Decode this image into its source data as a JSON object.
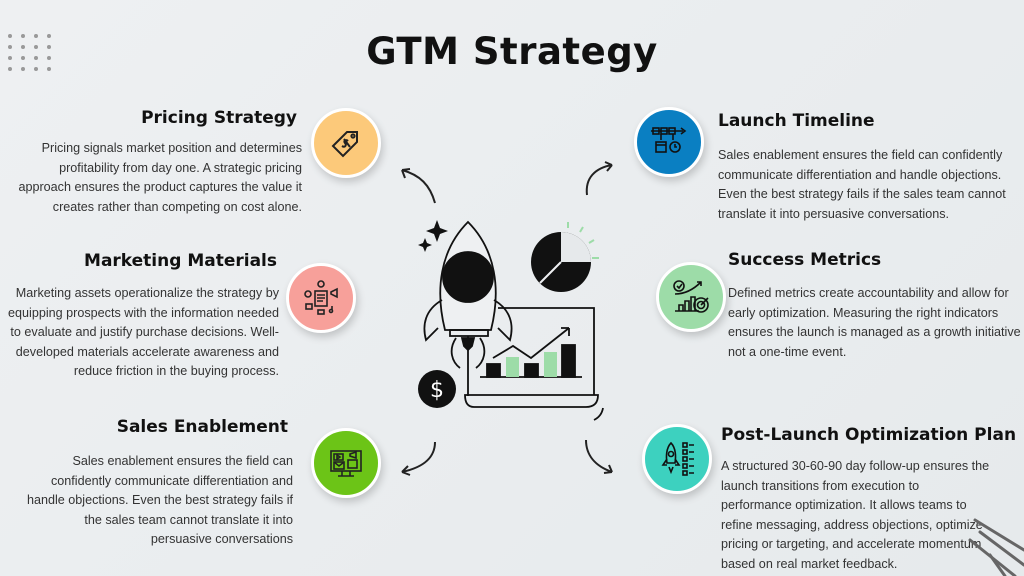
{
  "title": "GTM Strategy",
  "colors": {
    "pricing": "#fcc97a",
    "marketing": "#f7a09a",
    "sales": "#6cc417",
    "launch": "#0a7fc2",
    "success": "#9ddca8",
    "post_launch": "#3dd1bf",
    "accent_green": "#9ddca8"
  },
  "sections": {
    "pricing": {
      "title": "Pricing Strategy",
      "icon": "price-tag-icon",
      "text": "Pricing signals market position and determines profitability from day one. A strategic pricing approach ensures the product captures the value it creates rather than competing on cost alone."
    },
    "marketing": {
      "title": "Marketing Materials",
      "icon": "marketing-content-icon",
      "text": "Marketing assets operationalize the strategy by equipping prospects with the information needed to evaluate and justify purchase decisions. Well-developed materials accelerate awareness and reduce friction in the buying process."
    },
    "sales": {
      "title": "Sales Enablement",
      "icon": "monitor-media-icon",
      "text": "Sales enablement ensures the field can confidently communicate differentiation and handle objections. Even the best strategy fails if the sales team cannot translate it into persuasive conversations"
    },
    "launch": {
      "title": "Launch Timeline",
      "icon": "timeline-calendar-icon",
      "text": "Sales enablement ensures the field can confidently communicate differentiation and handle objections. Even the best strategy fails if the sales team cannot translate it into persuasive conversations."
    },
    "success": {
      "title": "Success Metrics",
      "icon": "metrics-target-icon",
      "text": "Defined metrics create accountability and allow for early optimization. Measuring the right indicators ensures the launch is managed as a growth initiative not a one-time event."
    },
    "post_launch": {
      "title": "Post-Launch Optimization Plan",
      "icon": "rocket-checklist-icon",
      "text": "A structured 30-60-90 day follow-up ensures the launch transitions from execution to performance optimization. It allows teams to refine messaging, address objections, optimize pricing or targeting, and accelerate momentum based on real market feedback."
    }
  }
}
